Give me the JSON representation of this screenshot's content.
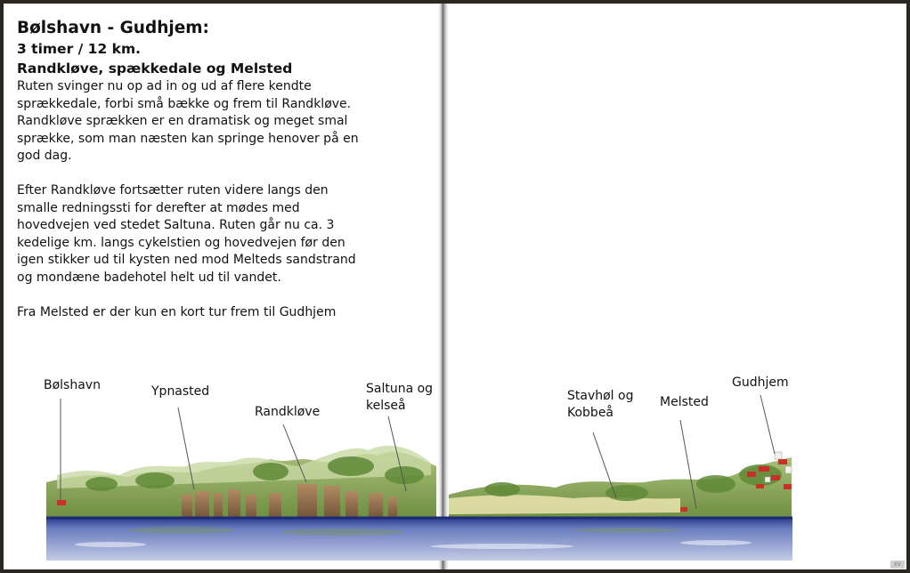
{
  "title": "Bølshavn - Gudhjem:",
  "subtitle": "3 timer / 12 km.",
  "section_heading": "Randkløve, spækkedale og Melsted",
  "paragraphs": [
    "Ruten svinger nu op ad in og ud af flere kendte\nsprækkedale, forbi små bække og frem til Randkløve.\nRandkløve sprækken er en dramatisk og meget smal\nsprække, som man næsten kan springe henover på en\ngod dag.",
    "Efter Randkløve fortsætter ruten videre langs den\nsmalle redningssti for derefter at mødes med\nhovedvejen ved stedet Saltuna. Ruten går nu ca. 3\nkedelige km. langs cykelstien og hovedvejen før den\nigen stikker ud til kysten ned mod Melteds sandstrand\nog mondæne badehotel helt ud til vandet.",
    "Fra Melsted er der kun en kort tur frem til Gudhjem"
  ],
  "place_labels": {
    "bolshavn": "Bølshavn",
    "ypnasted": "Ypnasted",
    "randklove": "Randkløve",
    "saltuna": "Saltuna og\nkelseå",
    "stavhol": "Stavhøl og\nKobbeå",
    "melsted": "Melsted",
    "gudhjem": "Gudhjem"
  },
  "colors": {
    "page": "#ffffff",
    "sea": "#3a4fa0",
    "cliff": "#8a6a48",
    "vegetation": "#7a9a4a",
    "roofs": "#c8302a"
  },
  "corner_mark": "kV"
}
